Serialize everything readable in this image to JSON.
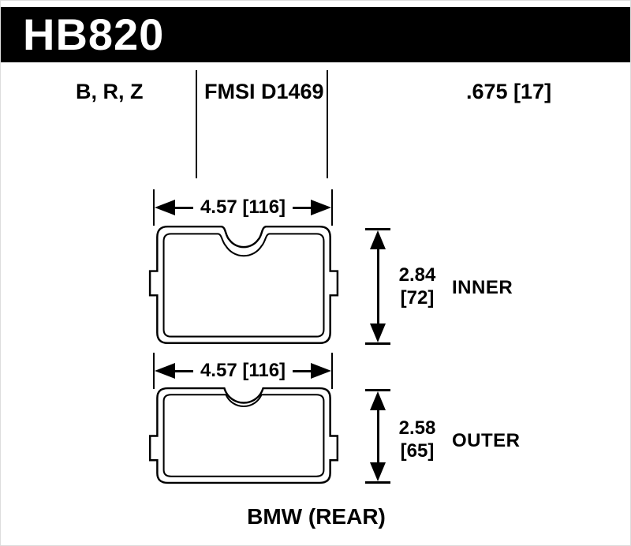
{
  "header": {
    "part_number": "HB820",
    "bg_color": "#000000",
    "text_color": "#ffffff"
  },
  "spec_row": {
    "compounds": "B, R, Z",
    "fmsi": "FMSI D1469",
    "thickness": ".675 [17]"
  },
  "pads": [
    {
      "id": "inner-pad",
      "width_dim": "4.57  [116]",
      "height_value": "2.84",
      "height_mm": "[72]",
      "position_label": "INNER"
    },
    {
      "id": "outer-pad",
      "width_dim": "4.57  [116]",
      "height_value": "2.58",
      "height_mm": "[65]",
      "position_label": "OUTER"
    }
  ],
  "footer": {
    "application": "BMW (REAR)"
  },
  "colors": {
    "line": "#000000",
    "background": "#ffffff"
  }
}
